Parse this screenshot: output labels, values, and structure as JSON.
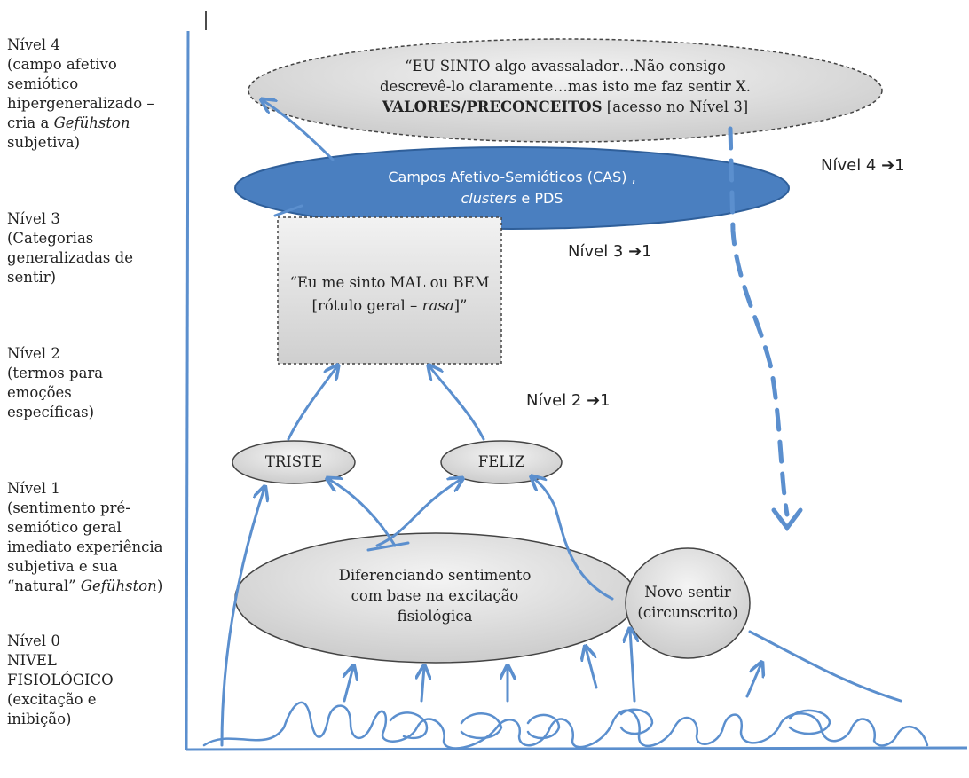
{
  "levels": [
    {
      "lines": [
        "Nível 4",
        "(campo afetivo",
        "semiótico",
        "hipergeneralizado –",
        "cria a ",
        "subjetiva)"
      ],
      "italic_word": "Gefühston"
    },
    {
      "lines": [
        "Nível 3",
        "(Categorias",
        "generalizadas de",
        "sentir)"
      ]
    },
    {
      "lines": [
        "Nível 2",
        "(termos para",
        "emoções",
        "específicas)"
      ]
    },
    {
      "lines": [
        "Nível 1",
        "(sentimento pré-",
        "semiótico  geral",
        "imediato experiência",
        "subjetiva e sua",
        "“natural” ",
        ")"
      ],
      "italic_word": "Gefühston"
    },
    {
      "lines": [
        "Nível 0",
        "NIVEL",
        "FISIOLÓGICO",
        "(excitação e",
        "inibição)"
      ]
    }
  ],
  "nodes": {
    "top": {
      "line1": "“EU SINTO algo avassalador…Não consigo",
      "line2": "descrevê-lo claramente…mas isto me faz sentir X.",
      "bold": "VALORES/PRECONCEITOS",
      "tail": " [acesso no Nível 3]"
    },
    "cas": {
      "line1": "Campos Afetivo-Semióticos (CAS) ,",
      "italic": "clusters",
      "tail": " e PDS"
    },
    "rect": {
      "line1": "“Eu me sinto MAL ou BEM",
      "line2": "[rótulo geral – ",
      "italic": "rasa",
      "tail": "]”"
    },
    "triste": "TRISTE",
    "feliz": "FELIZ",
    "diff": {
      "line1": "Diferenciando sentimento",
      "line2": "com base na excitação",
      "line3": "fisiológica"
    },
    "novo": {
      "line1": "Novo sentir",
      "line2": "(circunscrito)"
    }
  },
  "markers": {
    "m4": "Nível 4 ➔1",
    "m3": "Nível 3 ➔1",
    "m2": "Nível 2 ➔1"
  },
  "colors": {
    "line": "#5b8fce",
    "cas_fill": "#4a7fc0",
    "ellipse_fill": "#dcdcdc",
    "stroke": "#444444"
  }
}
